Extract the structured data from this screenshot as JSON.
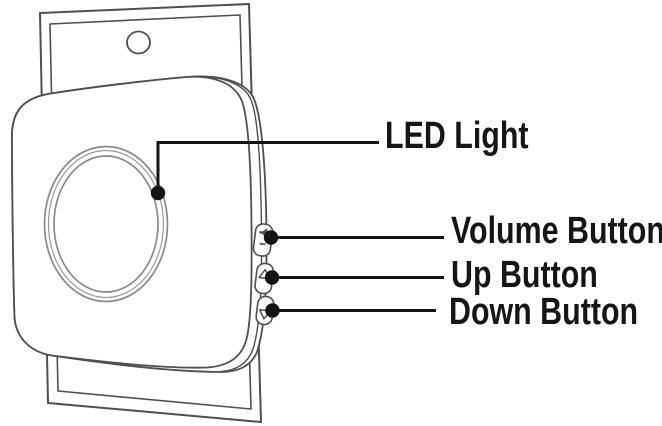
{
  "figure": {
    "kind": "device-parts-callout-diagram",
    "labels": {
      "led": "LED Light",
      "volume": "Volume Button",
      "up": "Up Button",
      "down": "Down Button"
    },
    "icons": {
      "volume_button_glyph": "speaker-icon",
      "up_button_glyph": "up-triangle-icon",
      "down_button_glyph": "down-triangle-icon"
    },
    "colors": {
      "background": "#ffffff",
      "line_art": "#4f4f4f",
      "led_ring": "#8a8a8a",
      "annotation": "#141414"
    }
  }
}
